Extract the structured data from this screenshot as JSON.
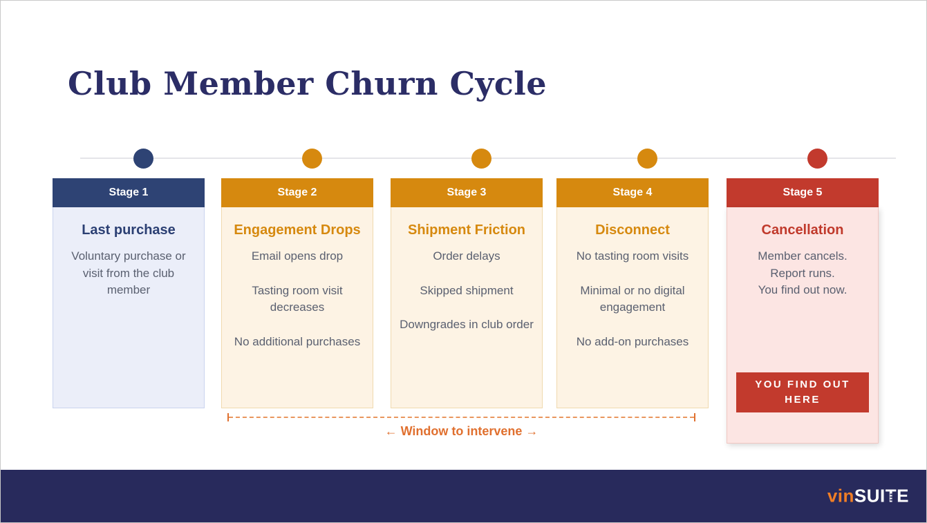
{
  "slide": {
    "title": "Club Member Churn Cycle"
  },
  "colors": {
    "navy_header": "#2e4374",
    "navy_title": "#2b2d66",
    "orange": "#d6890f",
    "red": "#c23a2d",
    "body_text": "#5a6070",
    "intervene_orange": "#e0702f",
    "footer_navy": "#282a5c",
    "logo_orange": "#f07e26"
  },
  "stages": [
    {
      "label": "Stage 1",
      "title": "Last purchase",
      "theme": "navy",
      "items": [
        "Voluntary purchase or visit from the club member"
      ]
    },
    {
      "label": "Stage 2",
      "title": "Engagement Drops",
      "theme": "orange",
      "items": [
        "Email opens drop",
        "Tasting room visit decreases",
        "No additional purchases"
      ]
    },
    {
      "label": "Stage 3",
      "title": "Shipment Friction",
      "theme": "orange",
      "items": [
        "Order delays",
        "Skipped shipment",
        "Downgrades in club order"
      ]
    },
    {
      "label": "Stage 4",
      "title": "Disconnect",
      "theme": "orange",
      "items": [
        "No tasting room visits",
        "Minimal or no digital engagement",
        "No add-on purchases"
      ]
    },
    {
      "label": "Stage 5",
      "title": "Cancellation",
      "theme": "red",
      "items": [
        "Member cancels.",
        "Report runs.",
        "You find out now."
      ],
      "button_label": "YOU FIND OUT HERE"
    }
  ],
  "intervene": {
    "label": "← Window to intervene →"
  },
  "footer": {
    "logo_vin": "vin",
    "logo_suite_pre": "SUI",
    "logo_suite_t": "T",
    "logo_suite_post": "E"
  }
}
